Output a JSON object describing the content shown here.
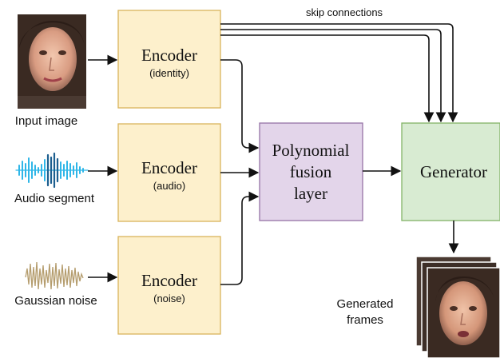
{
  "diagram": {
    "inputs": {
      "image_label": "Input image",
      "audio_label": "Audio segment",
      "noise_label": "Gaussian noise"
    },
    "encoders": [
      {
        "title": "Encoder",
        "subtitle": "(identity)"
      },
      {
        "title": "Encoder",
        "subtitle": "(audio)"
      },
      {
        "title": "Encoder",
        "subtitle": "(noise)"
      }
    ],
    "fusion": {
      "lines": [
        "Polynomial",
        "fusion",
        "layer"
      ]
    },
    "generator": {
      "title": "Generator"
    },
    "skip_label": "skip connections",
    "output": {
      "lines": [
        "Generated",
        "frames"
      ]
    },
    "colors": {
      "encoder_fill": "#fdf0cc",
      "encoder_stroke": "#d9b45c",
      "fusion_fill": "#e3d5ea",
      "fusion_stroke": "#9673a6",
      "generator_fill": "#d8ebd2",
      "generator_stroke": "#82b366",
      "audio_wave": "#2fb6e8",
      "audio_wave_dark": "#1d5f8f",
      "noise_wave": "#b59d6e",
      "arrow": "#111111"
    }
  }
}
